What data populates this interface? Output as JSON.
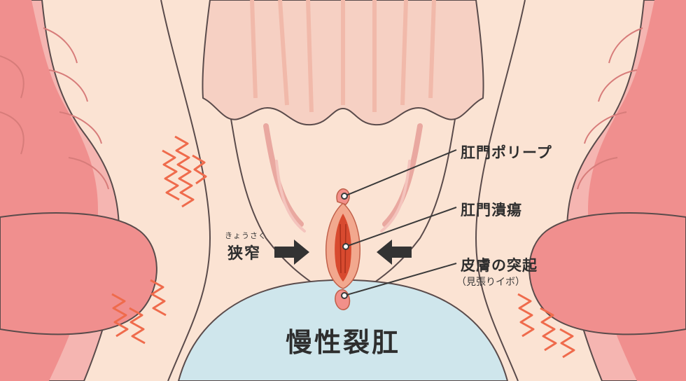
{
  "title": "慢性裂肛",
  "labels": {
    "polyp": "肛門ポリープ",
    "ulcer": "肛門潰瘍",
    "skin_tag": "皮膚の突起",
    "skin_tag_note": "（見張りイボ）",
    "stenosis": "狭窄",
    "stenosis_reading": "きょうさく"
  },
  "colors": {
    "skin": "#fbe3d3",
    "colon_pink": "#f3a7a4",
    "colon_fold": "#f8c4c0",
    "tissue_line": "#5a4b4b",
    "ulcer": "#d84a2f",
    "buttock_blue": "#cfe6ec",
    "pain_zigzag": "#ef6b4c",
    "leader_line": "#3a3a3a"
  },
  "icons": [
    "arrow-right-icon",
    "arrow-left-icon",
    "pain-zigzag-icon"
  ]
}
